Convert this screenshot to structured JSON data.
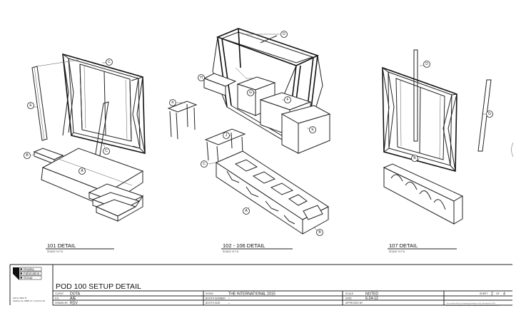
{
  "callouts": {
    "d101": [
      "C",
      "E",
      "B",
      "A",
      "C"
    ],
    "d102": [
      "D",
      "H",
      "K",
      "G",
      "F",
      "J",
      "E",
      "C",
      "A",
      "B"
    ],
    "d107": [
      "D",
      "G",
      "B"
    ]
  },
  "details": [
    {
      "title": "101 DETAIL",
      "scale": "SCALE: N.T.S."
    },
    {
      "title": "102 - 106 DETAIL",
      "scale": "SCALE: N.T.S."
    },
    {
      "title": "107 DETAIL",
      "scale": "SCALE: N.T.S."
    }
  ],
  "logo": {
    "lines": [
      "Display",
      "Fabrication",
      "Group"
    ],
    "address": [
      "1021 N. Miller St.",
      "Anaheim CA, 92806 | P: 4 (714) 0-2 00"
    ]
  },
  "title_block": {
    "title": "POD 100 SETUP DETAIL",
    "client_label": "CLIENT",
    "client": "DOTA",
    "ae_label": "A.E.",
    "ae": "A/E",
    "drawn_label": "DRAWN BY",
    "drawn": "RDV",
    "show_label": "SHOW",
    "show": "THE INTERNATIONAL 2015",
    "booth_number_label": "BOOTH NUMBER",
    "booth_number": "-",
    "booth_size_label": "BOOTH SIZE",
    "booth_size": "-",
    "scale_label": "SCALE",
    "scale": "NOTED",
    "date_label": "DATE",
    "date": "6-24-12",
    "approved_label": "APPROVED BY",
    "approved": "",
    "sheet_label": "SHEET",
    "sheet_num": "2",
    "sheet_of": "OF",
    "sheet_total": "4",
    "disclaimer": [
      "This concept and the accompanying drawings are the sole property of DFG",
      "and may not be reproduced, in whole or in part, without the written consent of DFG"
    ]
  }
}
